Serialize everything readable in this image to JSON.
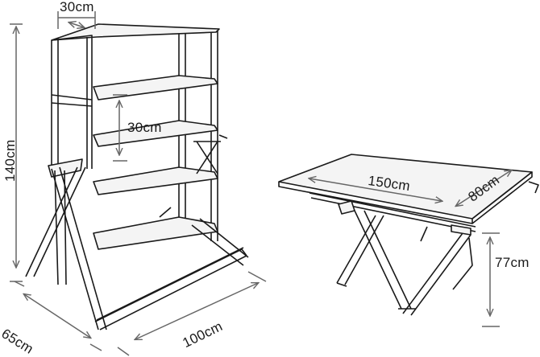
{
  "shelf": {
    "depth_label": "30cm",
    "height_label": "140cm",
    "spacing_label": "30cm",
    "side_label": "65cm",
    "width_label": "100cm"
  },
  "table": {
    "length_label": "150cm",
    "width_label": "80cm",
    "height_label": "77cm"
  },
  "colors": {
    "ink": "#1a1a1a",
    "dim": "#666666",
    "fill": "#f7f7f7"
  }
}
